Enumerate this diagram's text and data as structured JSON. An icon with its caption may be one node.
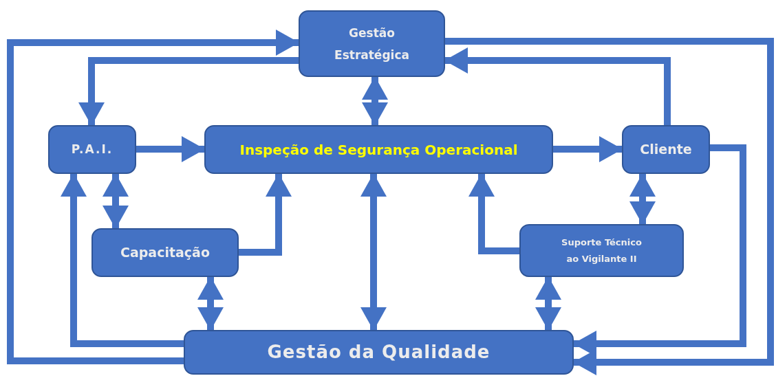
{
  "diagram": {
    "nodes": [
      {
        "text": [
          "Gestão Estratégica"
        ]
      },
      {
        "text": [
          "P.A.I."
        ]
      },
      {
        "text": [
          "Inspeção de Segurança Operacional"
        ]
      },
      {
        "text": [
          "Cliente"
        ]
      },
      {
        "text": [
          "Capacitação"
        ]
      },
      {
        "text": [
          "Suporte Técnico ao Vigilante II"
        ]
      },
      {
        "text": [
          "Gestão da Qualidade"
        ]
      }
    ],
    "edges": [
      {
        "from": 6,
        "to": 0,
        "arrow": "to"
      },
      {
        "from": 0,
        "to": 1,
        "arrow": "to"
      },
      {
        "from": 1,
        "to": 2,
        "arrow": "to"
      },
      {
        "from": 0,
        "to": 2,
        "arrow": "both"
      },
      {
        "from": 2,
        "to": 3,
        "arrow": "to"
      },
      {
        "from": 3,
        "to": 0,
        "arrow": "to"
      },
      {
        "from": 0,
        "to": 6,
        "arrow": "to"
      },
      {
        "from": 3,
        "to": 6,
        "arrow": "to"
      },
      {
        "from": 1,
        "to": 4,
        "arrow": "both"
      },
      {
        "from": 6,
        "to": 1,
        "arrow": "to"
      },
      {
        "from": 4,
        "to": 2,
        "arrow": "to"
      },
      {
        "from": 2,
        "to": 6,
        "arrow": "both"
      },
      {
        "from": 5,
        "to": 2,
        "arrow": "to"
      },
      {
        "from": 3,
        "to": 5,
        "arrow": "both"
      },
      {
        "from": 4,
        "to": 6,
        "arrow": "both"
      },
      {
        "from": 5,
        "to": 6,
        "arrow": "both"
      }
    ]
  }
}
